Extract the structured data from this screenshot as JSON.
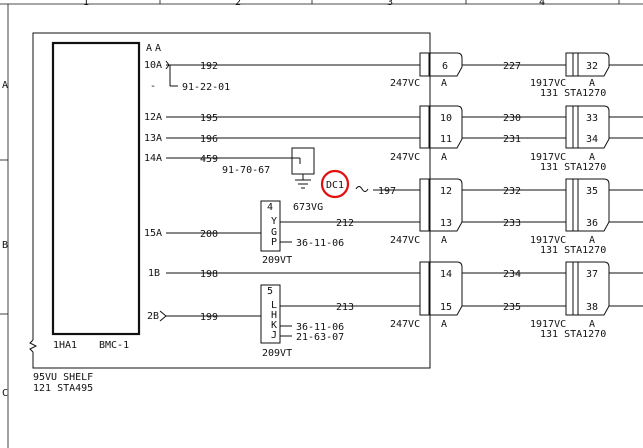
{
  "border": {
    "columns": [
      "1",
      "2",
      "3",
      "4"
    ],
    "rows": [
      "A",
      "B",
      "C"
    ]
  },
  "unit": {
    "name": "1HA1",
    "label": "BMC-1",
    "header": [
      "A",
      "A"
    ],
    "pins": [
      "10A",
      "-",
      "12A",
      "13A",
      "14A",
      "15A",
      "1B",
      "2B"
    ]
  },
  "shelf": {
    "line1": "95VU SHELF",
    "line2": "121 STA495"
  },
  "wires": {
    "w192": "192",
    "w_91_22_01": "91-22-01",
    "w195": "195",
    "w196": "196",
    "w459": "459",
    "w200": "200",
    "w198": "198",
    "w199": "199",
    "w212": "212",
    "w213": "213",
    "w197": "197",
    "w227": "227",
    "w230": "230",
    "w231": "231",
    "w232": "232",
    "w233": "233",
    "w234": "234",
    "w235": "235"
  },
  "ground": {
    "ref": "91-70-67",
    "label": "673VG"
  },
  "highlight": {
    "label": "DC1",
    "color": "#e01010"
  },
  "splice_top": {
    "pins": [
      "4",
      "Y",
      "G",
      "P"
    ],
    "ref": "36-11-06",
    "label": "209VT"
  },
  "splice_bottom": {
    "pins": [
      "5",
      "L",
      "H",
      "K",
      "J"
    ],
    "refs": [
      "36-11-06",
      "21-63-07"
    ],
    "label": "209VT"
  },
  "left_connectors": [
    {
      "pins": [
        "6"
      ],
      "label": "247VC",
      "sub": "A"
    },
    {
      "pins": [
        "10",
        "11"
      ],
      "label": "247VC",
      "sub": "A"
    },
    {
      "pins": [
        "12",
        "13"
      ],
      "label": "247VC",
      "sub": "A"
    },
    {
      "pins": [
        "14",
        "15"
      ],
      "label": "247VC",
      "sub": "A"
    }
  ],
  "right_connectors": [
    {
      "pins": [
        "32"
      ],
      "label": "1917VC",
      "sub": "A",
      "sta": "131 STA1270"
    },
    {
      "pins": [
        "33",
        "34"
      ],
      "label": "1917VC",
      "sub": "A",
      "sta": "131 STA1270"
    },
    {
      "pins": [
        "35",
        "36"
      ],
      "label": "1917VC",
      "sub": "A",
      "sta": "131 STA1270"
    },
    {
      "pins": [
        "37",
        "38"
      ],
      "label": "1917VC",
      "sub": "A",
      "sta": "131 STA1270"
    }
  ]
}
